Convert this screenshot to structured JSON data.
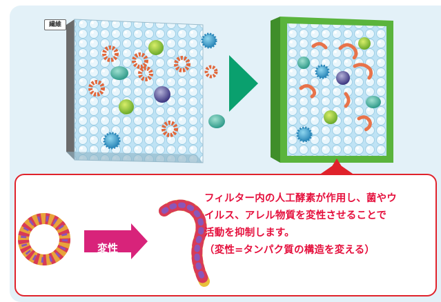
{
  "filter_label": "繊維",
  "arrow_label": "変性",
  "description": [
    "フィルター内の人工酵素が作用し、菌やウ",
    "イルス、アレル物質を変性させることで",
    "活動を抑制します。",
    "（変性=タンパク質の構造を変える）"
  ],
  "colors": {
    "background": "#e3f1f8",
    "accent_red": "#e5103d",
    "box_border": "#e0222b",
    "arrow_green": "#0aa06e",
    "filter_green": "#5ab43c",
    "arrow_magenta": "#d8237a"
  }
}
